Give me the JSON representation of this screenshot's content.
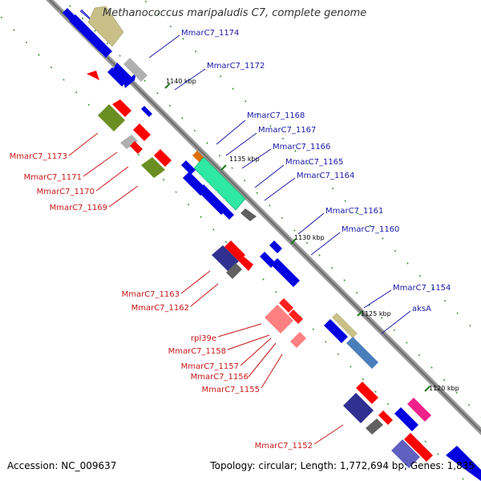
{
  "title": "Methanococcus maripaludis C7, complete genome",
  "accession_label": "Accession: NC_009637",
  "topology_label": "Topology: circular; Length: 1,772,694 bp; Genes: 1,835",
  "colors": {
    "forward_label": "#1a1aa8",
    "reverse_label": "#c81818",
    "backbone": "#888888",
    "scale_tick": "#1e7a1e"
  },
  "scale_labels": [
    "1140 kbp",
    "1135 kbp",
    "1130 kbp",
    "1125 kbp",
    "1120 kbp"
  ],
  "forward_genes": [
    "MmarC7_1174",
    "MmarC7_1172",
    "MmarC7_1168",
    "MmarC7_1167",
    "MmarC7_1166",
    "MmarC7_1165",
    "MmarC7_1164",
    "MmarC7_1161",
    "MmarC7_1160",
    "MmarC7_1154",
    "aksA"
  ],
  "reverse_genes": [
    "MmarC7_1173",
    "MmarC7_1171",
    "MmarC7_1170",
    "MmarC7_1169",
    "MmarC7_1163",
    "MmarC7_1162",
    "rpl39e",
    "MmarC7_1158",
    "MmarC7_1157",
    "MmarC7_1156",
    "MmarC7_1155",
    "MmarC7_1152"
  ]
}
